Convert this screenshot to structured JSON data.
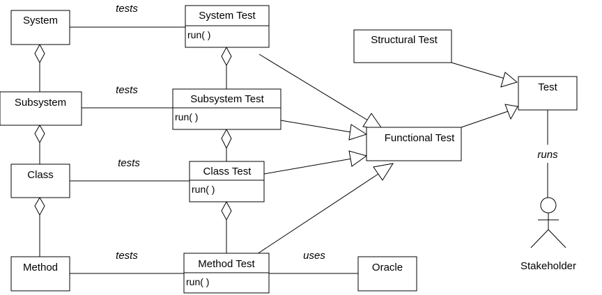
{
  "classes": {
    "system": "System",
    "subsystem": "Subsystem",
    "class": "Class",
    "method": "Method",
    "system_test": "System Test",
    "subsystem_test": "Subsystem Test",
    "class_test": "Class Test",
    "method_test": "Method Test",
    "structural_test": "Structural Test",
    "functional_test": "Functional Test",
    "test": "Test",
    "oracle": "Oracle"
  },
  "operations": {
    "system_test": "run( )",
    "subsystem_test": "run( )",
    "class_test": "run( )",
    "method_test": "run( )"
  },
  "associations": {
    "tests_system": "tests",
    "tests_subsystem": "tests",
    "tests_class": "tests",
    "tests_method": "tests",
    "uses": "uses",
    "runs": "runs"
  },
  "actor": {
    "label": "Stakeholder"
  }
}
